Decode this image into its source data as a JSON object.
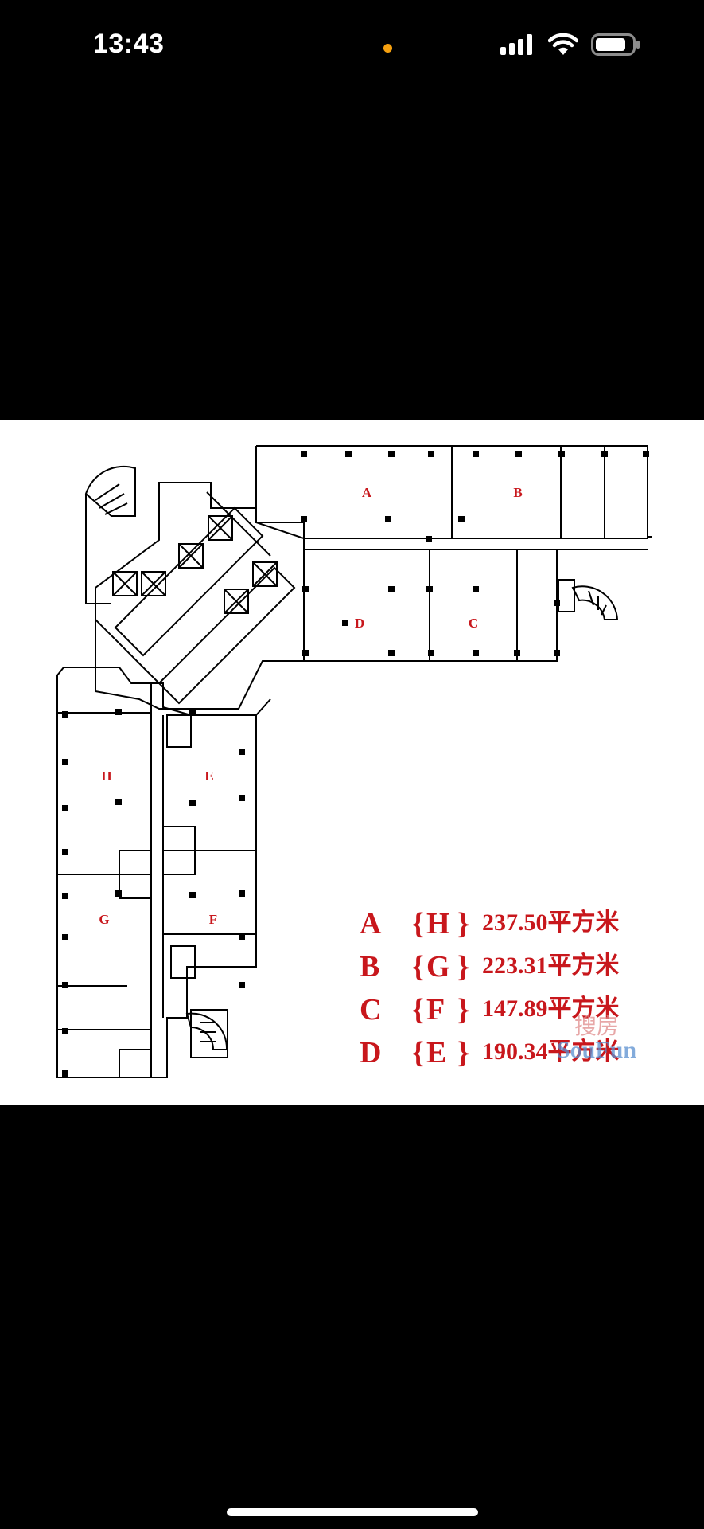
{
  "status_bar": {
    "time": "13:43",
    "indicator_color": "#f5a00f"
  },
  "floor_plan": {
    "units": [
      "A",
      "B",
      "C",
      "D",
      "E",
      "F",
      "G",
      "H"
    ],
    "legend": [
      {
        "left": "A",
        "right": "H",
        "area": "237.50平方米"
      },
      {
        "left": "B",
        "right": "G",
        "area": "223.31平方米"
      },
      {
        "left": "C",
        "right": "F",
        "area": "147.89平方米"
      },
      {
        "left": "D",
        "right": "E",
        "area": "190.34平方米"
      }
    ],
    "watermark": {
      "cn": "搜房",
      "en": "SouFun"
    },
    "accent_color": "#c8171c"
  }
}
